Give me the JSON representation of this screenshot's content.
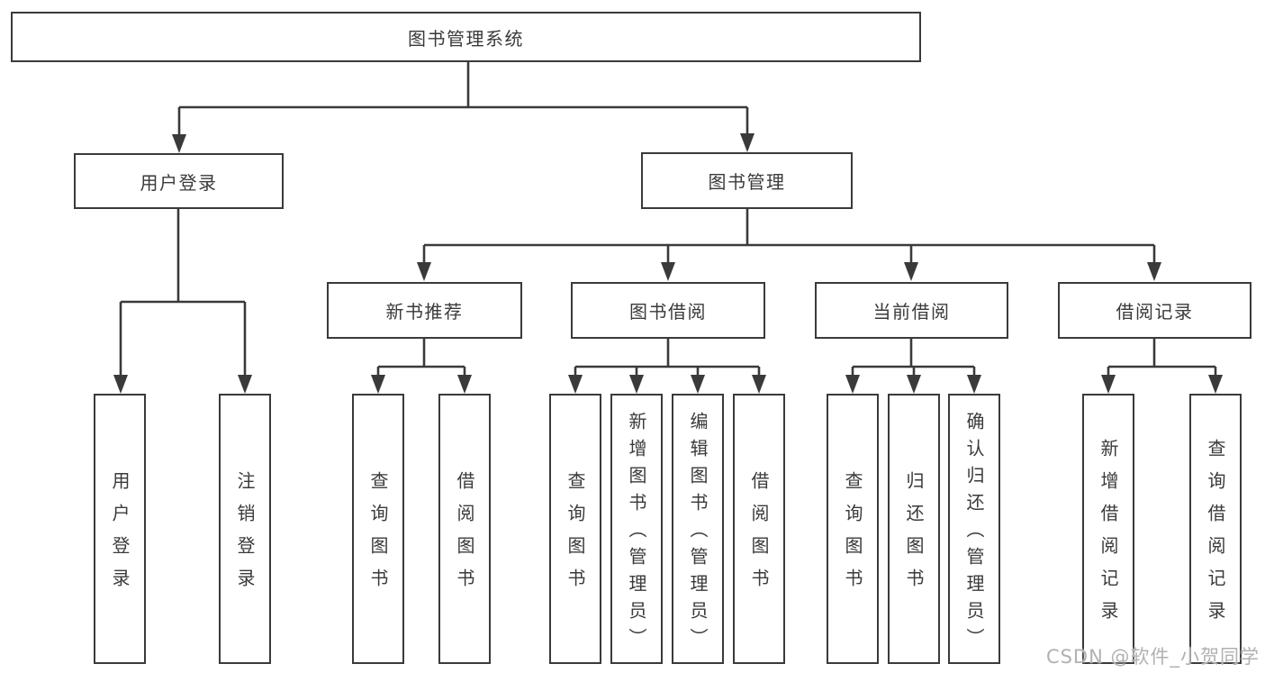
{
  "diagram": {
    "type": "hierarchy-tree",
    "tree": {
      "label": "图书管理系统",
      "children": [
        {
          "label": "用户登录",
          "children": [
            {
              "label": "用户登录"
            },
            {
              "label": "注销登录"
            }
          ]
        },
        {
          "label": "图书管理",
          "children": [
            {
              "label": "新书推荐",
              "children": [
                {
                  "label": "查询图书"
                },
                {
                  "label": "借阅图书"
                }
              ]
            },
            {
              "label": "图书借阅",
              "children": [
                {
                  "label": "查询图书"
                },
                {
                  "label": "新增图书（管理员）"
                },
                {
                  "label": "编辑图书（管理员）"
                },
                {
                  "label": "借阅图书"
                }
              ]
            },
            {
              "label": "当前借阅",
              "children": [
                {
                  "label": "查询图书"
                },
                {
                  "label": "归还图书"
                },
                {
                  "label": "确认归还（管理员）"
                }
              ]
            },
            {
              "label": "借阅记录",
              "children": [
                {
                  "label": "新增借阅记录"
                },
                {
                  "label": "查询借阅记录"
                }
              ]
            }
          ]
        }
      ]
    }
  },
  "watermark": {
    "text": "CSDN @软件_小贺同学"
  },
  "colors": {
    "line": "#3a3a3a",
    "text": "#3a3a3a",
    "box_background": "#ffffff",
    "page_background": "#ffffff",
    "watermark": "#b1b1b1"
  }
}
